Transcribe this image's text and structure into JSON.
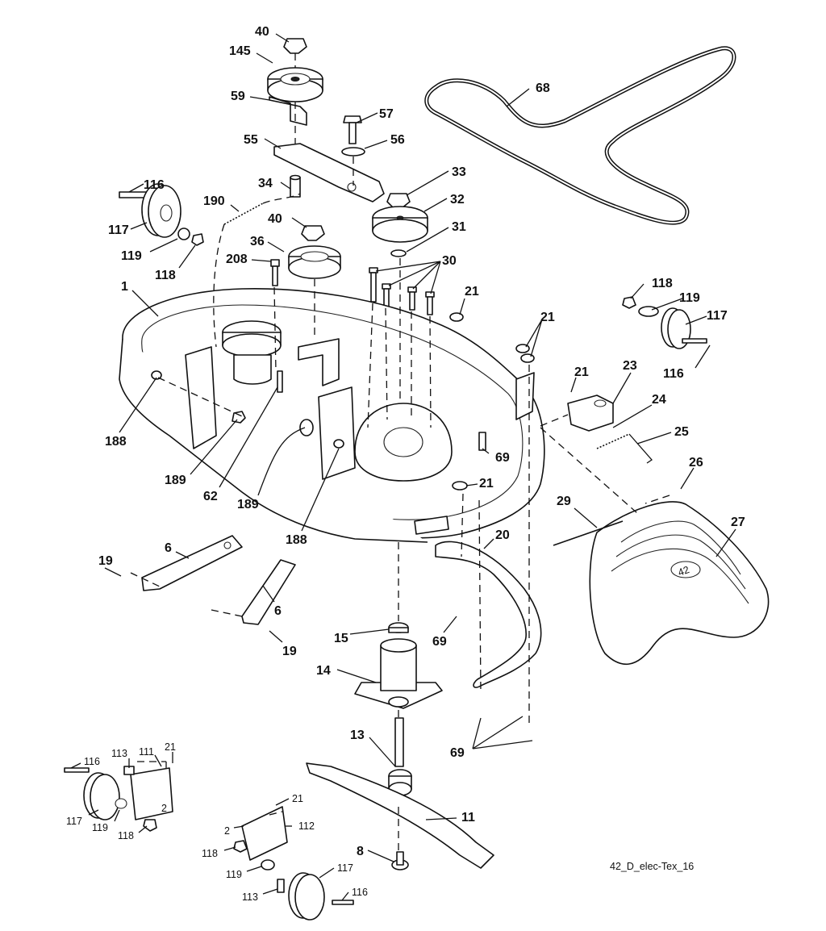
{
  "drawing_ref": "42_D_elec-Tex_16",
  "deck_emblem": "42",
  "callouts": {
    "c40_top": "40",
    "c145": "145",
    "c59": "59",
    "c57": "57",
    "c56": "56",
    "c55": "55",
    "c68": "68",
    "c116_l": "116",
    "c117_l": "117",
    "c119_l": "119",
    "c118_l": "118",
    "c190": "190",
    "c34": "34",
    "c40_mid": "40",
    "c33": "33",
    "c32": "32",
    "c31": "31",
    "c36": "36",
    "c208": "208",
    "c30": "30",
    "c1": "1",
    "c21_a": "21",
    "c21_b": "21",
    "c118_r": "118",
    "c119_r": "119",
    "c117_r": "117",
    "c116_r": "116",
    "c21_c": "21",
    "c23": "23",
    "c24": "24",
    "c25": "25",
    "c188_l": "188",
    "c69_a": "69",
    "c26": "26",
    "c189_l": "189",
    "c62": "62",
    "c189_r": "189",
    "c21_d": "21",
    "c29": "29",
    "c27": "27",
    "c188_r": "188",
    "c20": "20",
    "c6_a": "6",
    "c19_a": "19",
    "c6_b": "6",
    "c19_b": "19",
    "c15": "15",
    "c69_b": "69",
    "c14": "14",
    "c13": "13",
    "c69_c": "69",
    "c11": "11",
    "c8": "8",
    "s116": "116",
    "s113": "113",
    "s111": "111",
    "s21": "21",
    "s2": "2",
    "s117": "117",
    "s119": "119",
    "s118": "118",
    "t21": "21",
    "t2": "2",
    "t112": "112",
    "t118": "118",
    "t119": "119",
    "t117": "117",
    "t113": "113",
    "t116": "116"
  }
}
